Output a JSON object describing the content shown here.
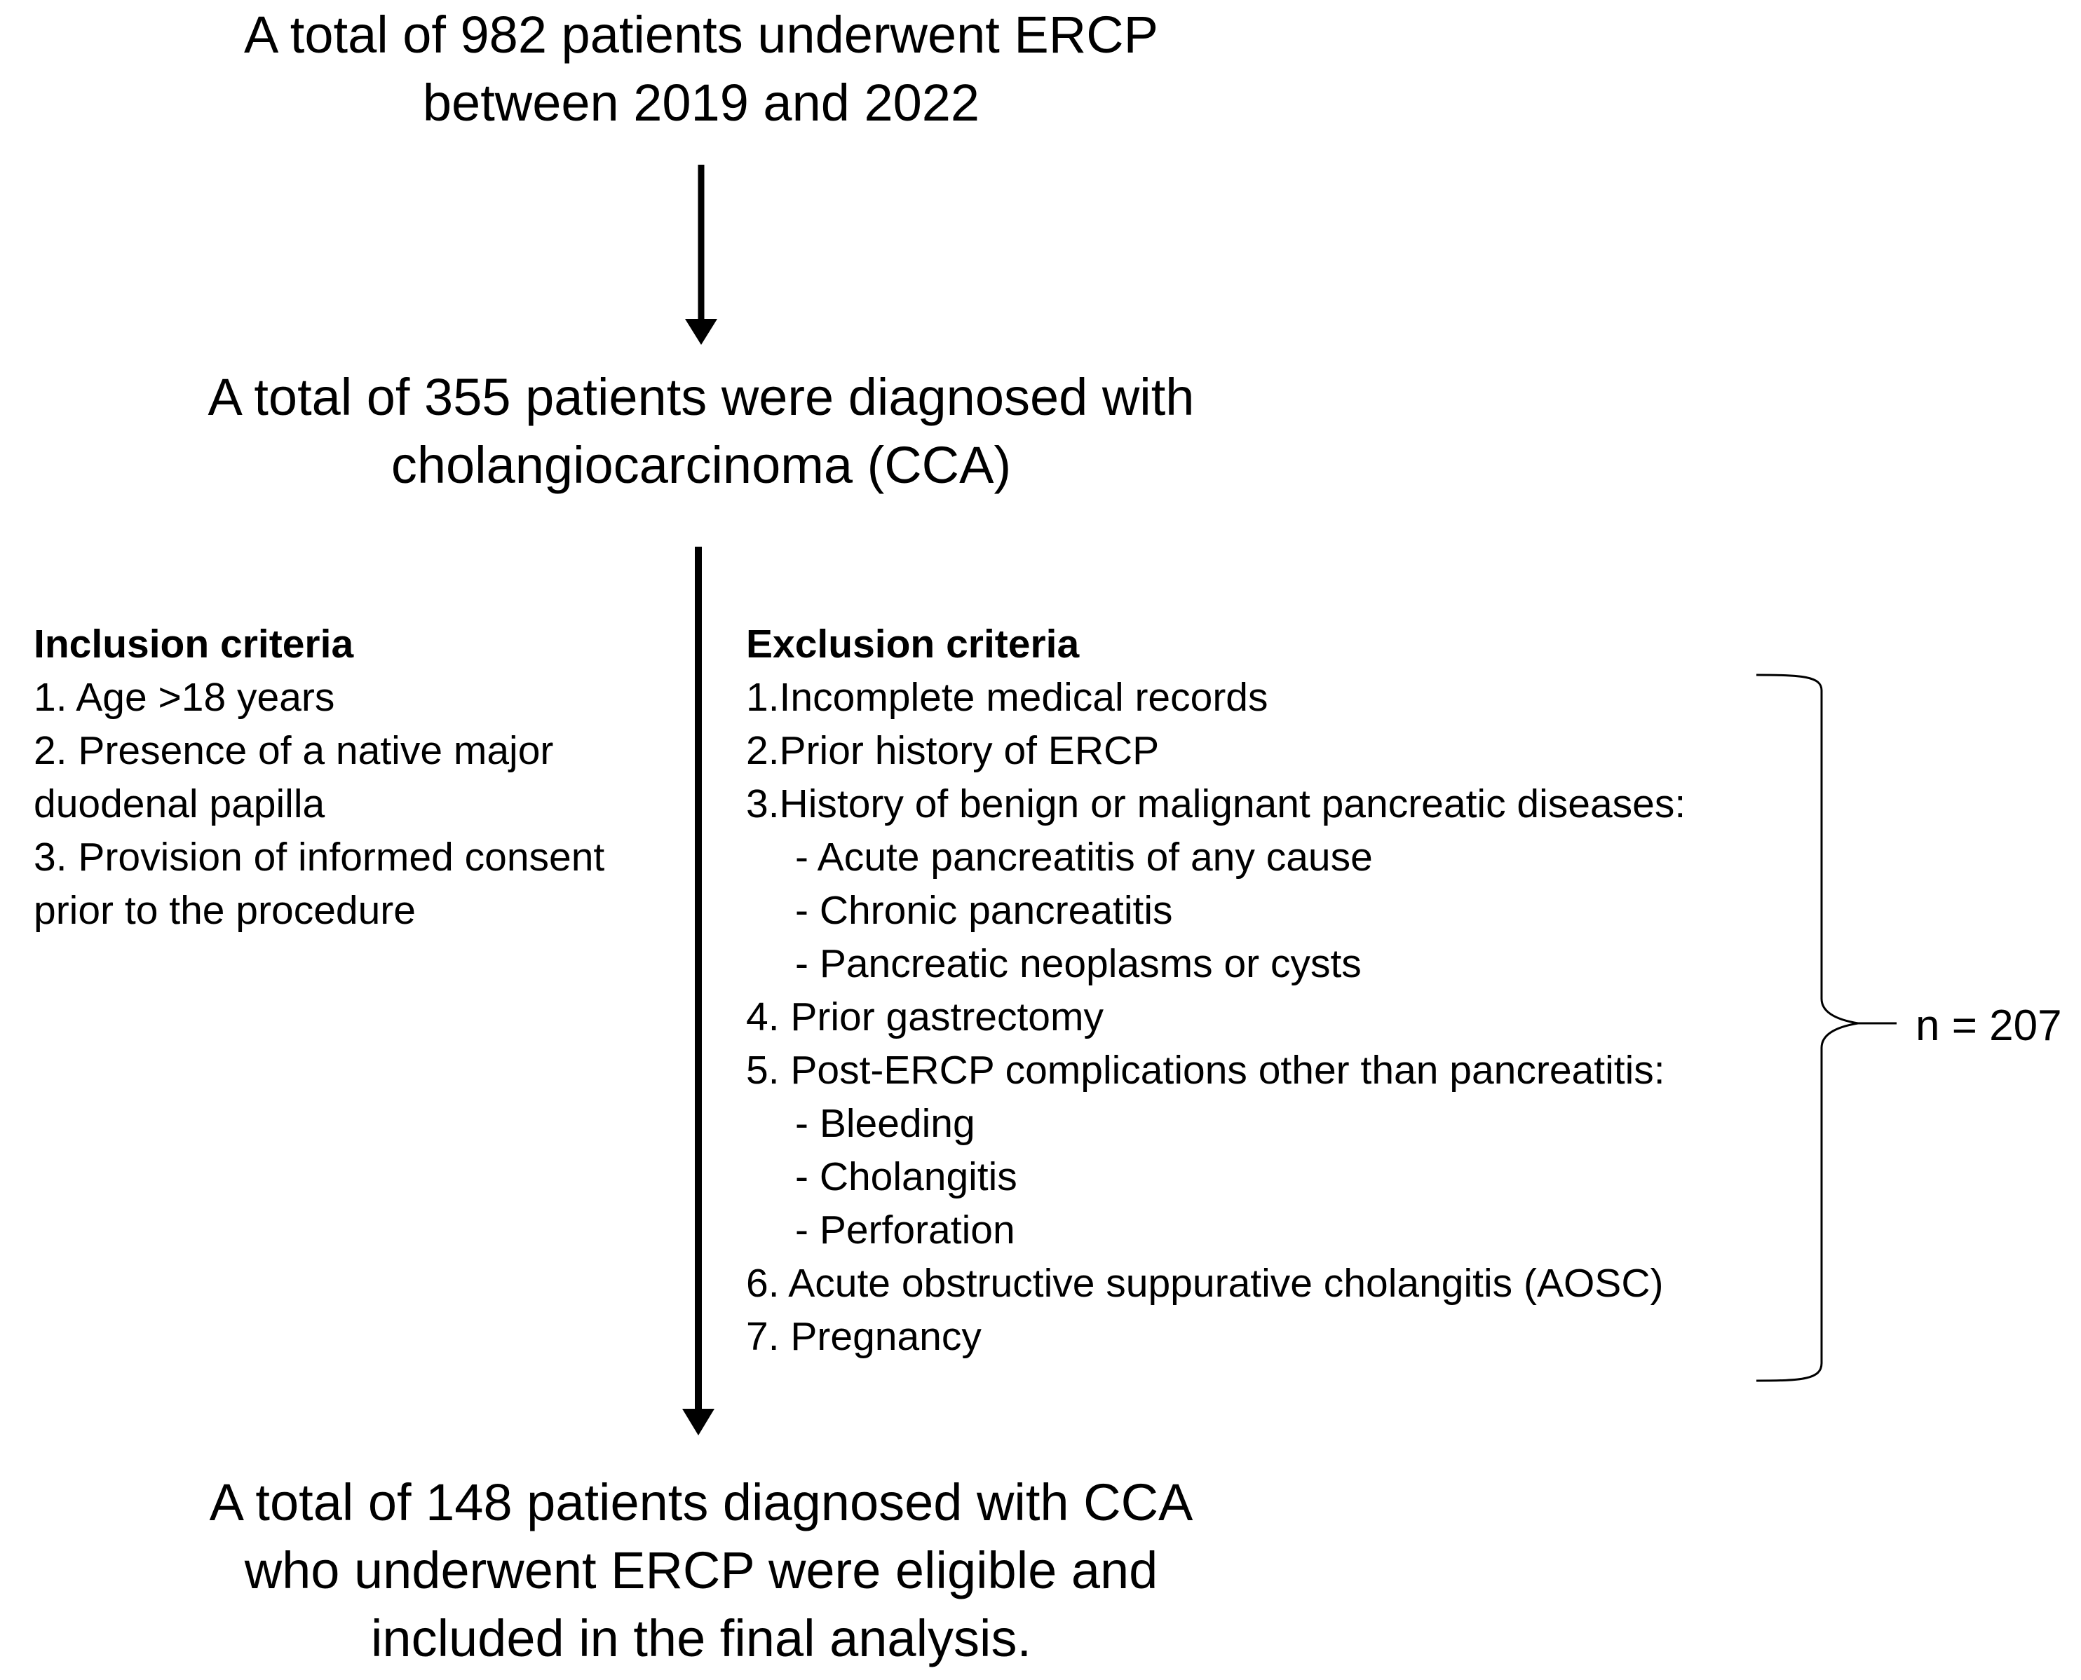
{
  "stages": {
    "initial": {
      "lines": [
        "A total of 982 patients underwent ERCP",
        "between 2019 and 2022"
      ]
    },
    "diagnosed": {
      "lines": [
        "A total of 355 patients were diagnosed with",
        "cholangiocarcinoma (CCA)"
      ]
    },
    "final": {
      "lines": [
        "A total of 148 patients diagnosed with CCA",
        "who underwent ERCP were eligible and",
        "included in the final analysis."
      ]
    }
  },
  "inclusion": {
    "heading": "Inclusion criteria",
    "lines": [
      "1. Age >18 years",
      "2. Presence of a native major",
      "duodenal papilla",
      "3. Provision of informed consent",
      "prior to the procedure"
    ]
  },
  "exclusion": {
    "heading": "Exclusion criteria",
    "items": [
      {
        "text": "1.Incomplete medical records",
        "sub": []
      },
      {
        "text": "2.Prior history of ERCP",
        "sub": []
      },
      {
        "text": "3.History of benign or malignant pancreatic diseases:",
        "sub": [
          "- Acute pancreatitis of any cause",
          "- Chronic pancreatitis",
          "- Pancreatic neoplasms or cysts"
        ]
      },
      {
        "text": "4. Prior gastrectomy",
        "sub": []
      },
      {
        "text": "5. Post-ERCP complications other than pancreatitis:",
        "sub": [
          "- Bleeding",
          "- Cholangitis",
          "- Perforation"
        ]
      },
      {
        "text": "6. Acute obstructive suppurative cholangitis (AOSC)",
        "sub": []
      },
      {
        "text": "7. Pregnancy",
        "sub": []
      }
    ]
  },
  "excluded_count": "n = 207"
}
